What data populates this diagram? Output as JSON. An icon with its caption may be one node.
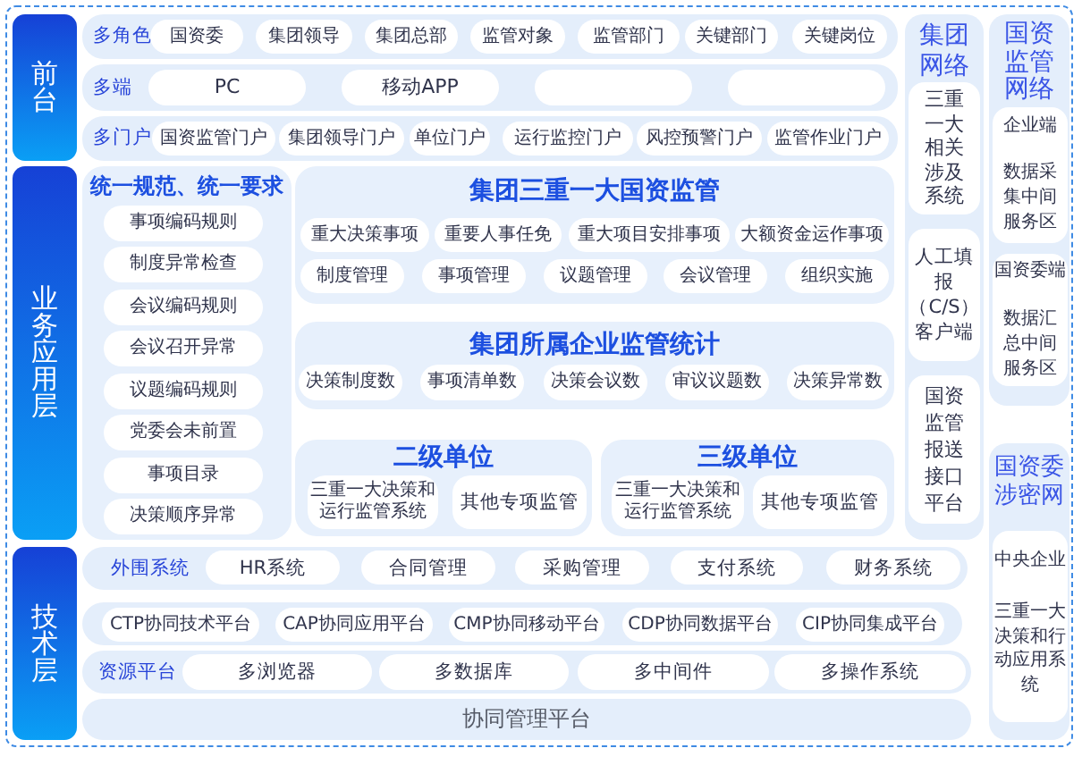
{
  "diagram": {
    "nodes": [
      {
        "text": [
          "前台"
        ]
      },
      {
        "text": [
          "多角色"
        ]
      },
      {
        "text": [
          "国资委"
        ],
        "in": 1
      },
      {
        "text": [
          "集团领导"
        ],
        "in": 1
      },
      {
        "text": [
          "集团总部"
        ],
        "in": 1
      },
      {
        "text": [
          "监管对象"
        ],
        "in": 1
      },
      {
        "text": [
          "监管部门"
        ],
        "in": 1
      },
      {
        "text": [
          "关键部门"
        ],
        "in": 1
      },
      {
        "text": [
          "关键岗位"
        ],
        "in": 1
      },
      {
        "text": [
          "多端"
        ]
      },
      {
        "text": [
          "PC"
        ],
        "in": 9
      },
      {
        "text": [
          "移动APP"
        ],
        "in": 9
      },
      {
        "text": [],
        "shape": "box",
        "in": 9
      },
      {
        "text": [],
        "shape": "box",
        "in": 9
      },
      {
        "text": [
          "多门户"
        ]
      },
      {
        "text": [
          "国资监管门户"
        ],
        "in": 14
      },
      {
        "text": [
          "集团领导门户"
        ],
        "in": 14
      },
      {
        "text": [
          "单位门户"
        ],
        "in": 14
      },
      {
        "text": [
          "运行监控门户"
        ],
        "in": 14
      },
      {
        "text": [
          "风控预警门户"
        ],
        "in": 14
      },
      {
        "text": [
          "监管作业门户"
        ],
        "in": 14
      },
      {
        "text": [
          "业务应用层"
        ]
      },
      {
        "text": [
          "统一规范、统一要求"
        ]
      },
      {
        "text": [
          "事项编码规则"
        ],
        "in": 22
      },
      {
        "text": [
          "制度异常检查"
        ],
        "in": 22
      },
      {
        "text": [
          "会议编码规则"
        ],
        "in": 22
      },
      {
        "text": [
          "会议召开异常"
        ],
        "in": 22
      },
      {
        "text": [
          "议题编码规则"
        ],
        "in": 22
      },
      {
        "text": [
          "党委会未前置"
        ],
        "in": 22
      },
      {
        "text": [
          "事项目录"
        ],
        "in": 22
      },
      {
        "text": [
          "决策顺序异常"
        ],
        "in": 22
      },
      {
        "text": [
          "集团三重一大国资监管"
        ]
      },
      {
        "text": [
          "重大决策事项"
        ],
        "in": 31
      },
      {
        "text": [
          "重要人事任免"
        ],
        "in": 31
      },
      {
        "text": [
          "重大项目安排事项"
        ],
        "in": 31
      },
      {
        "text": [
          "大额资金运作事项"
        ],
        "in": 31
      },
      {
        "text": [
          "制度管理"
        ],
        "in": 31
      },
      {
        "text": [
          "事项管理"
        ],
        "in": 31
      },
      {
        "text": [
          "议题管理"
        ],
        "in": 31
      },
      {
        "text": [
          "会议管理"
        ],
        "in": 31
      },
      {
        "text": [
          "组织实施"
        ],
        "in": 31
      },
      {
        "text": [
          "集团所属企业监管统计"
        ]
      },
      {
        "text": [
          "决策制度数"
        ],
        "in": 41
      },
      {
        "text": [
          "事项清单数"
        ],
        "in": 41
      },
      {
        "text": [
          "决策会议数"
        ],
        "in": 41
      },
      {
        "text": [
          "审议议题数"
        ],
        "in": 41
      },
      {
        "text": [
          "决策异常数"
        ],
        "in": 41
      },
      {
        "text": [
          "二级单位"
        ]
      },
      {
        "text": [
          "三重一大决策和运行监管系统"
        ],
        "in": 47
      },
      {
        "text": [
          "其他专项监管"
        ],
        "in": 47
      },
      {
        "text": [
          "三级单位"
        ]
      },
      {
        "text": [
          "三重一大决策和运行监管系统"
        ],
        "in": 50
      },
      {
        "text": [
          "其他专项监管"
        ],
        "in": 50
      },
      {
        "text": [
          "技术层"
        ]
      },
      {
        "text": [
          "外围系统"
        ]
      },
      {
        "text": [
          "HR系统"
        ],
        "in": 54
      },
      {
        "text": [
          "合同管理"
        ],
        "in": 54
      },
      {
        "text": [
          "采购管理"
        ],
        "in": 54
      },
      {
        "text": [
          "支付系统"
        ],
        "in": 54
      },
      {
        "text": [
          "财务系统"
        ],
        "in": 54
      },
      {
        "text": [],
        "shape": "box"
      },
      {
        "text": [
          "CTP协同技术平台"
        ],
        "in": 60
      },
      {
        "text": [
          "CAP协同应用平台"
        ],
        "in": 60
      },
      {
        "text": [
          "CMP协同移动平台"
        ],
        "in": 60
      },
      {
        "text": [
          "CDP协同数据平台"
        ],
        "in": 60
      },
      {
        "text": [
          "CIP协同集成平台"
        ],
        "in": 60
      },
      {
        "text": [
          "资源平台"
        ]
      },
      {
        "text": [
          "多浏览器"
        ],
        "in": 66
      },
      {
        "text": [
          "多数据库"
        ],
        "in": 66
      },
      {
        "text": [
          "多中间件"
        ],
        "in": 66
      },
      {
        "text": [
          "多操作系统"
        ],
        "in": 66
      },
      {
        "text": [
          "协同管理平台"
        ]
      },
      {
        "text": [
          "集团网络"
        ]
      },
      {
        "text": [
          "三重一大相关涉及系统"
        ],
        "in": 72
      },
      {
        "text": [
          "人工填报（C/S）客户端"
        ],
        "in": 72
      },
      {
        "text": [
          "国资监管报送接口平台"
        ],
        "in": 72
      },
      {
        "text": [
          "国资监管网络"
        ]
      },
      {
        "text": [
          "企业端",
          "数据采集中间服务区"
        ],
        "in": 76
      },
      {
        "text": [
          "国资委端",
          "数据汇总中间服务区"
        ],
        "in": 76
      },
      {
        "text": [
          "国资委涉密网"
        ]
      },
      {
        "text": [
          "中央企业",
          "三重一大决策和行动应用系统"
        ],
        "in": 79
      }
    ]
  }
}
